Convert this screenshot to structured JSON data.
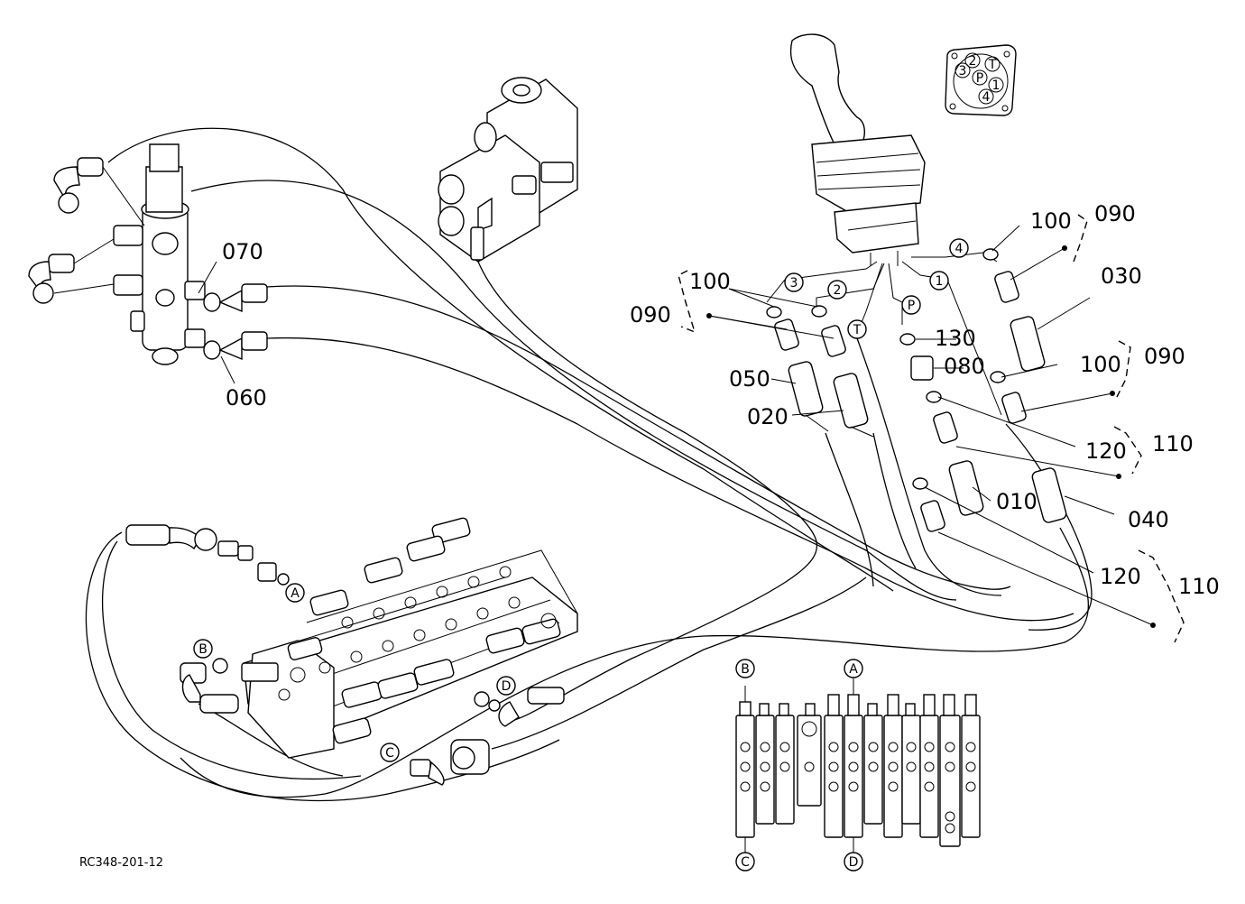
{
  "drawing_code": "RC348-201-12",
  "part_numbers": {
    "p010": "010",
    "p020": "020",
    "p030": "030",
    "p040": "040",
    "p050": "050",
    "p060": "060",
    "p070": "070",
    "p080": "080",
    "p090a": "090",
    "p090b": "090",
    "p090c": "090",
    "p100a": "100",
    "p100b": "100",
    "p100c": "100",
    "p110a": "110",
    "p110b": "110",
    "p120a": "120",
    "p120b": "120",
    "p130": "130"
  },
  "port_markers": {
    "port1": "1",
    "port2": "2",
    "port3": "3",
    "port4": "4",
    "portP": "P",
    "portT": "T"
  },
  "connection_markers": {
    "A": "A",
    "B": "B",
    "C": "C",
    "D": "D",
    "A_inset": "A",
    "B_inset": "B",
    "C_inset": "C",
    "D_inset": "D"
  },
  "port_plate": {
    "p2": "2",
    "pT": "T",
    "p3": "3",
    "pP": "P",
    "p1": "1",
    "p4": "4"
  }
}
